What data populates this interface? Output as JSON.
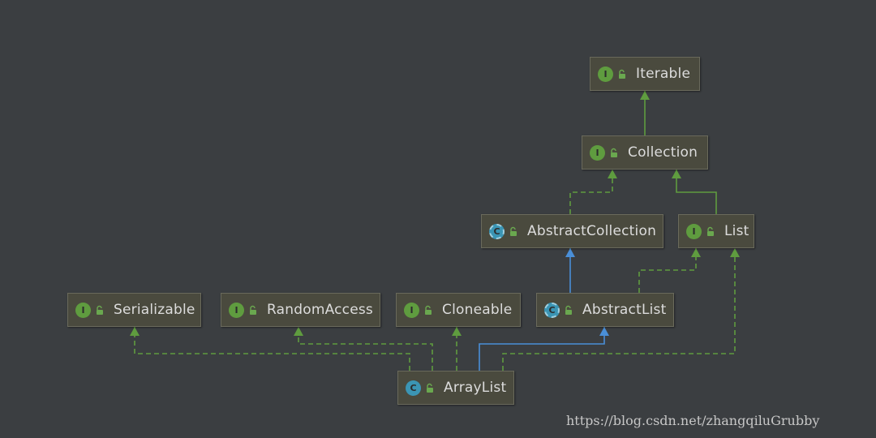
{
  "colors": {
    "background": "#3b3e41",
    "node_fill": "#4a4a3e",
    "implements_edge": "#5f9c3f",
    "extends_interface_edge": "#5f9c3f",
    "extends_class_edge": "#4a8fd8"
  },
  "nodes": {
    "iterable": {
      "label": "Iterable",
      "kind": "I",
      "kind_type": "interface",
      "icon": "interface-icon"
    },
    "collection": {
      "label": "Collection",
      "kind": "I",
      "kind_type": "interface",
      "icon": "interface-icon"
    },
    "abstract_collection": {
      "label": "AbstractCollection",
      "kind": "C",
      "kind_type": "abstract",
      "icon": "abstract-class-icon"
    },
    "list": {
      "label": "List",
      "kind": "I",
      "kind_type": "interface",
      "icon": "interface-icon"
    },
    "serializable": {
      "label": "Serializable",
      "kind": "I",
      "kind_type": "interface",
      "icon": "interface-icon"
    },
    "random_access": {
      "label": "RandomAccess",
      "kind": "I",
      "kind_type": "interface",
      "icon": "interface-icon"
    },
    "cloneable": {
      "label": "Cloneable",
      "kind": "I",
      "kind_type": "interface",
      "icon": "interface-icon"
    },
    "abstract_list": {
      "label": "AbstractList",
      "kind": "C",
      "kind_type": "abstract",
      "icon": "abstract-class-icon"
    },
    "array_list": {
      "label": "ArrayList",
      "kind": "C",
      "kind_type": "class",
      "icon": "class-icon"
    }
  },
  "edges": [
    {
      "from": "collection",
      "to": "iterable",
      "relation": "extends",
      "style": "solid-green"
    },
    {
      "from": "abstract_collection",
      "to": "collection",
      "relation": "implements",
      "style": "dashed-green"
    },
    {
      "from": "list",
      "to": "collection",
      "relation": "extends",
      "style": "solid-green"
    },
    {
      "from": "abstract_list",
      "to": "abstract_collection",
      "relation": "extends",
      "style": "solid-blue"
    },
    {
      "from": "abstract_list",
      "to": "list",
      "relation": "implements",
      "style": "dashed-green"
    },
    {
      "from": "array_list",
      "to": "serializable",
      "relation": "implements",
      "style": "dashed-green"
    },
    {
      "from": "array_list",
      "to": "random_access",
      "relation": "implements",
      "style": "dashed-green"
    },
    {
      "from": "array_list",
      "to": "cloneable",
      "relation": "implements",
      "style": "dashed-green"
    },
    {
      "from": "array_list",
      "to": "abstract_list",
      "relation": "extends",
      "style": "solid-blue"
    },
    {
      "from": "array_list",
      "to": "list",
      "relation": "implements",
      "style": "dashed-green"
    }
  ],
  "watermark": "https://blog.csdn.net/zhangqiluGrubby"
}
